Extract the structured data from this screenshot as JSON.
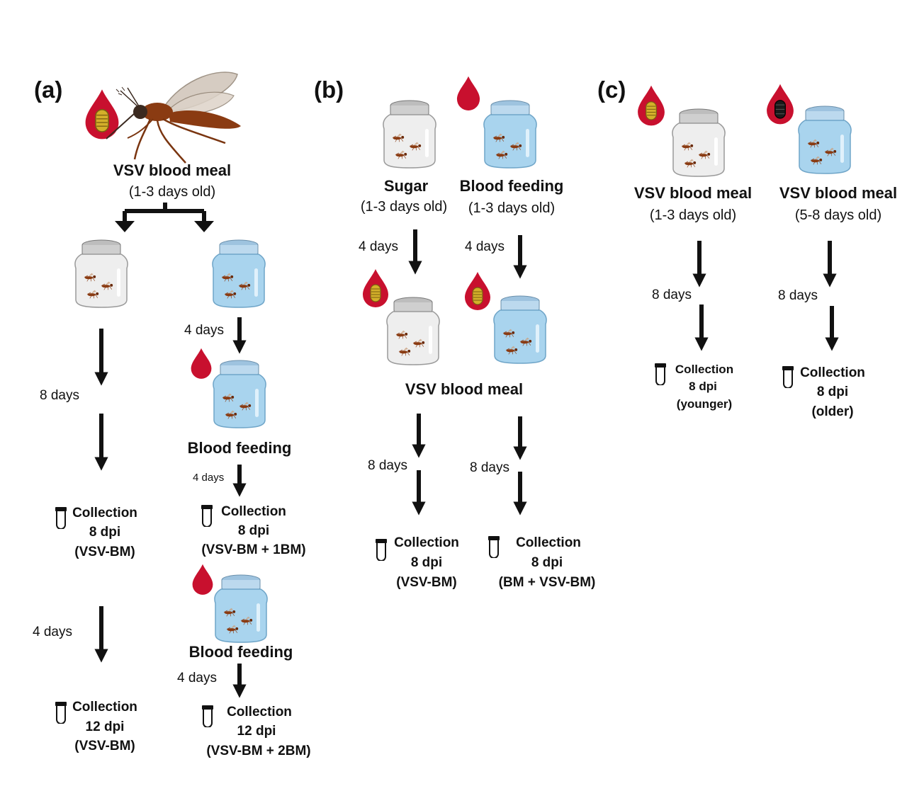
{
  "panel_a": {
    "letter": "(a)",
    "title": "VSV blood meal",
    "age": "(1-3 days old)",
    "left_8days": "8 days",
    "left_coll1": {
      "label": "Collection",
      "dpi": "8 dpi",
      "group": "(VSV-BM)"
    },
    "left_4days": "4 days",
    "left_coll2": {
      "label": "Collection",
      "dpi": "12 dpi",
      "group": "(VSV-BM)"
    },
    "right_4days_1": "4 days",
    "right_feed1": "Blood feeding",
    "right_4days_2": "4 days",
    "right_coll1": {
      "label": "Collection",
      "dpi": "8 dpi",
      "group": "(VSV-BM + 1BM)"
    },
    "right_feed2": "Blood feeding",
    "right_4days_3": "4 days",
    "right_coll2": {
      "label": "Collection",
      "dpi": "12 dpi",
      "group": "(VSV-BM + 2BM)"
    }
  },
  "panel_b": {
    "letter": "(b)",
    "sugar_title": "Sugar",
    "sugar_age": "(1-3 days old)",
    "feed_title": "Blood feeding",
    "feed_age": "(1-3 days old)",
    "left_4days": "4 days",
    "right_4days": "4 days",
    "vsv_title": "VSV blood meal",
    "left_8days": "8 days",
    "right_8days": "8 days",
    "left_coll": {
      "label": "Collection",
      "dpi": "8 dpi",
      "group": "(VSV-BM)"
    },
    "right_coll": {
      "label": "Collection",
      "dpi": "8 dpi",
      "group": "(BM + VSV-BM)"
    }
  },
  "panel_c": {
    "letter": "(c)",
    "young_title": "VSV blood meal",
    "young_age": "(1-3 days old)",
    "old_title": "VSV blood meal",
    "old_age": "(5-8 days old)",
    "young_8days": "8 days",
    "old_8days": "8 days",
    "young_coll": {
      "label": "Collection",
      "dpi": "8 dpi",
      "group": "(younger)"
    },
    "old_coll": {
      "label": "Collection",
      "dpi": "8 dpi",
      "group": "(older)"
    }
  },
  "colors": {
    "blood": "#c8102e",
    "virus": "#d4b02a",
    "virus_dark": "#1a1a1a",
    "jar_clear": "#eeeeee",
    "jar_blue": "#a9d4ee",
    "mosquito": "#8a3b12",
    "arrow": "#111111"
  },
  "icons": {
    "mosquito": "mosquito-icon",
    "jar": "jar-icon",
    "blood_drop": "blood-drop-icon",
    "virus_drop": "virus-blood-drop-icon",
    "tube": "tube-icon"
  }
}
